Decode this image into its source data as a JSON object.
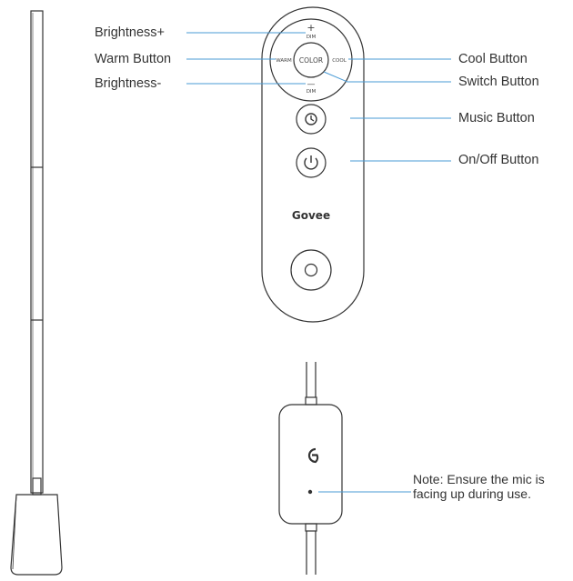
{
  "labels": {
    "brightness_plus": "Brightness+",
    "warm_button": "Warm Button",
    "brightness_minus": "Brightness-",
    "cool_button": "Cool Button",
    "switch_button": "Switch Button",
    "music_button": "Music Button",
    "onoff_button": "On/Off Button"
  },
  "remote": {
    "dim_top": "DIM",
    "dim_bottom": "DIM",
    "warm": "WARM",
    "cool": "COOL",
    "color": "COLOR",
    "brand": "Govee",
    "plus": "+",
    "minus": "—"
  },
  "controller": {
    "note_line1": "Note: Ensure the mic is",
    "note_line2": "facing up during use."
  },
  "colors": {
    "leader": "#4a9bd6",
    "outline": "#333333",
    "text": "#333333"
  }
}
